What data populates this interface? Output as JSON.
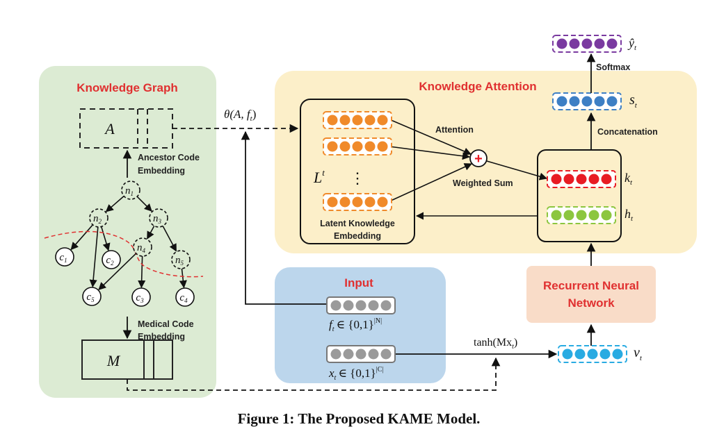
{
  "panels": {
    "knowledge_graph": {
      "title": "Knowledge Graph",
      "color": "#e03030",
      "bg": "#dcebd3"
    },
    "knowledge_attention": {
      "title": "Knowledge Attention",
      "color": "#e03030",
      "bg": "#fcefc9"
    },
    "input": {
      "title": "Input",
      "color": "#e03030",
      "bg": "#bcd6ec"
    },
    "rnn": {
      "title_line1": "Recurrent Neural",
      "title_line2": "Network",
      "color": "#e03030",
      "bg": "#f9dcc8"
    }
  },
  "labels": {
    "A": "A",
    "M": "M",
    "ancestor_line1": "Ancestor Code",
    "ancestor_line2": "Embedding",
    "medical_line1": "Medical Code",
    "medical_line2": "Embedding",
    "theta": "θ(A, f",
    "theta_sub": "t",
    "theta_close": ")",
    "Lt": "L",
    "Lt_sup": "t",
    "vdots": "⋮",
    "latent_line1": "Latent Knowledge",
    "latent_line2": "Embedding",
    "attention": "Attention",
    "weighted_sum": "Weighted Sum",
    "plus": "+",
    "concatenation": "Concatenation",
    "softmax": "Softmax",
    "kt": "k",
    "ht": "h",
    "st": "s",
    "yhat": "ŷ",
    "vt": "v",
    "sub_t": "t",
    "ft_expr": "f",
    "ft_rest": "∈ {0,1}",
    "ft_sup": "|N|",
    "xt_expr": "x",
    "xt_rest": "∈ {0,1}",
    "xt_sup": "|C|",
    "tanh": "tanh(Mx",
    "tanh_close": ")",
    "caption": "Figure 1: The Proposed KAME Model."
  },
  "graph_nodes": [
    {
      "id": "n1",
      "main": "n",
      "sub": "1",
      "dashed": true
    },
    {
      "id": "n2",
      "main": "n",
      "sub": "2",
      "dashed": true
    },
    {
      "id": "n3",
      "main": "n",
      "sub": "3",
      "dashed": true
    },
    {
      "id": "n4",
      "main": "n",
      "sub": "4",
      "dashed": true
    },
    {
      "id": "n5",
      "main": "n",
      "sub": "5",
      "dashed": true
    },
    {
      "id": "c1",
      "main": "c",
      "sub": "1",
      "dashed": false
    },
    {
      "id": "c2",
      "main": "c",
      "sub": "2",
      "dashed": false
    },
    {
      "id": "c3",
      "main": "c",
      "sub": "3",
      "dashed": false
    },
    {
      "id": "c4",
      "main": "c",
      "sub": "4",
      "dashed": false
    },
    {
      "id": "c5",
      "main": "c",
      "sub": "5",
      "dashed": false
    }
  ],
  "graph_edges": [
    [
      "n1",
      "n2"
    ],
    [
      "n1",
      "n3"
    ],
    [
      "n2",
      "c1"
    ],
    [
      "n2",
      "c2"
    ],
    [
      "n2",
      "c5"
    ],
    [
      "n3",
      "n4"
    ],
    [
      "n3",
      "n5"
    ],
    [
      "n4",
      "c5"
    ],
    [
      "n4",
      "c3"
    ],
    [
      "n5",
      "c4"
    ]
  ],
  "vector_colors": {
    "latent": "#f08a2a",
    "kt": "#e81c24",
    "ht": "#8cc63f",
    "st": "#3d7fc4",
    "yhat": "#7a3aa0",
    "vt": "#29abe2",
    "input": "#9a9a9a"
  }
}
